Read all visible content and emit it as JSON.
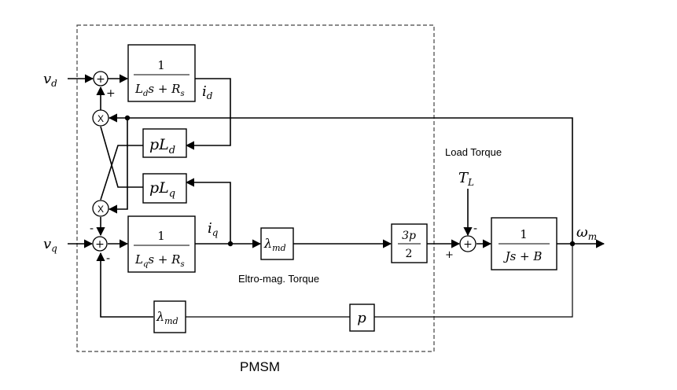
{
  "diagram": {
    "boundary_label": "PMSM",
    "load_torque_label": "Load Torque",
    "electromag_torque_label": "Eltro-mag. Torque",
    "inputs": {
      "vd": "v",
      "vd_sub": "d",
      "vq": "v",
      "vq_sub": "q",
      "tl": "T",
      "tl_sub": "L"
    },
    "outputs": {
      "id": "i",
      "id_sub": "d",
      "iq": "i",
      "iq_sub": "q",
      "wm": "ω",
      "wm_sub": "m"
    },
    "blocks": {
      "d_axis_tf": {
        "num": "1",
        "den_pre": "L",
        "den_sub": "d",
        "den_post": "s + R",
        "den_sub2": "s"
      },
      "q_axis_tf": {
        "num": "1",
        "den_pre": "L",
        "den_sub": "q",
        "den_post": "s + R",
        "den_sub2": "s"
      },
      "pLd": {
        "text": "pL",
        "sub": "d"
      },
      "pLq": {
        "text": "pL",
        "sub": "q"
      },
      "lambda_torque": {
        "text": "λ",
        "sub": "md"
      },
      "lambda_feedback": {
        "text": "λ",
        "sub": "md"
      },
      "torque_gain": {
        "num": "3p",
        "den": "2"
      },
      "mech_tf": {
        "num": "1",
        "den": "Js + B"
      },
      "pole_gain": {
        "text": "p"
      }
    },
    "signs": {
      "sum_d_plus": "+",
      "sum_d_symbol": "+",
      "sum_q_minus_top": "-",
      "sum_q_minus_bottom": "-",
      "sum_q_symbol": "+",
      "sum_load_plus": "+",
      "sum_load_minus": "-",
      "sum_load_symbol": "+",
      "mult_symbol_top": "X",
      "mult_symbol_bottom": "X"
    }
  }
}
